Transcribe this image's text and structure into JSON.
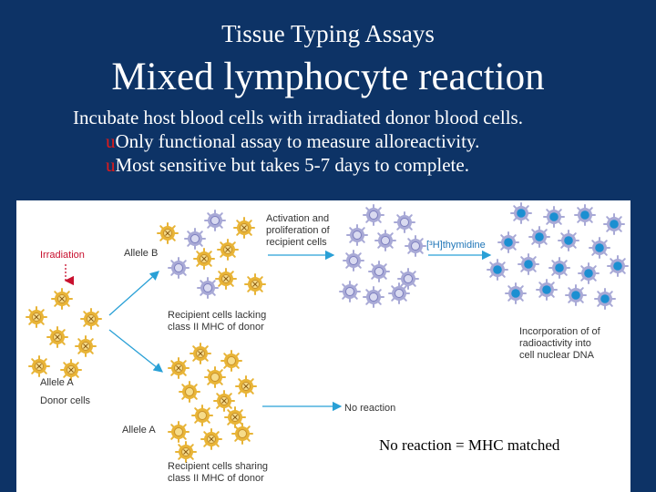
{
  "slide": {
    "title": "Tissue Typing Assays",
    "heading": "Mixed lymphocyte reaction",
    "intro": "Incubate host blood cells with irradiated donor blood cells.",
    "bullets": [
      {
        "mark": "u",
        "text": "Only functional assay to measure alloreactivity."
      },
      {
        "mark": "u",
        "text": "Most sensitive but takes 5-7 days to complete."
      }
    ]
  },
  "diagram": {
    "labels": {
      "irradiation": "Irradiation",
      "allele_b": "Allele B",
      "allele_a": "Allele A",
      "allele_a_2": "Allele A",
      "donor_cells": "Donor cells",
      "activation_1": "Activation and",
      "activation_2": "proliferation of",
      "activation_3": "recipient cells",
      "thymidine": "[³H]thymidine",
      "lacking_1": "Recipient cells lacking",
      "lacking_2": "class II MHC of donor",
      "incorporation_1": "Incorporation of of",
      "incorporation_2": "radioactivity into",
      "incorporation_3": "cell nuclear DNA",
      "no_reaction": "No reaction",
      "sharing_1": "Recipient cells sharing",
      "sharing_2": "class II MHC of donor"
    },
    "caption": "No reaction = MHC matched",
    "colors": {
      "donor_cell": "#e8b437",
      "donor_nucleus": "#c9912a",
      "recipient_cell": "#a8a9d6",
      "proliferating_nucleus": "#1c8fd1",
      "arrow": "#29a0d6",
      "irradiation": "#c8102e"
    }
  }
}
